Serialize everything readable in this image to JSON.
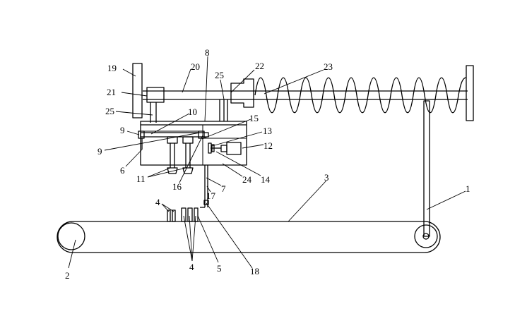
{
  "labels": {
    "l1": "1",
    "l2": "2",
    "l3": "3",
    "l4a": "4",
    "l4b": "4",
    "l5": "5",
    "l6": "6",
    "l7": "7",
    "l8": "8",
    "l9a": "9",
    "l9b": "9",
    "l10": "10",
    "l11": "11",
    "l12": "12",
    "l13": "13",
    "l14": "14",
    "l15": "15",
    "l16": "16",
    "l17": "17",
    "l18": "18",
    "l19": "19",
    "l20": "20",
    "l21": "21",
    "l22": "22",
    "l23": "23",
    "l24": "24",
    "l25a": "25",
    "l25b": "25"
  }
}
